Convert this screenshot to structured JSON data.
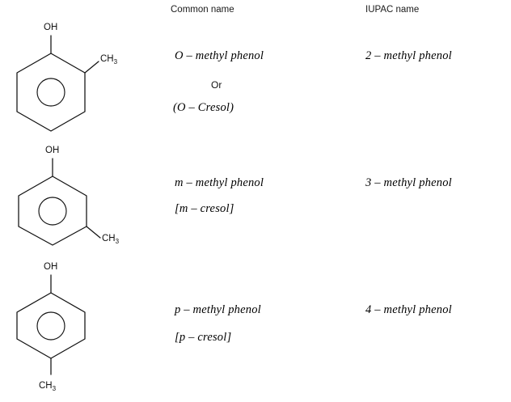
{
  "headers": {
    "common": "Common name",
    "iupac": "IUPAC name"
  },
  "rows": [
    {
      "id": "ortho",
      "common_name": "O – methyl  phenol",
      "common_or": "Or",
      "common_alt": "(O – Cresol)",
      "iupac_name": "2 – methyl  phenol",
      "structure": {
        "ring": "benzene",
        "hydroxyl_label": "OH",
        "hydroxyl_position": "top-vertex",
        "methyl_label": "CH",
        "methyl_subscript": "3",
        "methyl_position": "ortho-upper-right"
      }
    },
    {
      "id": "meta",
      "common_name": "m – methyl  phenol",
      "common_alt": "[m – cresol]",
      "iupac_name": "3 – methyl  phenol",
      "structure": {
        "ring": "benzene",
        "hydroxyl_label": "OH",
        "hydroxyl_position": "top-vertex",
        "methyl_label": "CH",
        "methyl_subscript": "3",
        "methyl_position": "meta-lower-right"
      }
    },
    {
      "id": "para",
      "common_name": "p – methyl  phenol",
      "common_alt": "[p – cresol]",
      "iupac_name": "4 – methyl  phenol",
      "structure": {
        "ring": "benzene",
        "hydroxyl_label": "OH",
        "hydroxyl_position": "top-vertex",
        "methyl_label": "CH",
        "methyl_subscript": "3",
        "methyl_position": "para-bottom-vertex"
      }
    }
  ],
  "colors": {
    "background": "#ffffff",
    "ink": "#111111",
    "header_text": "#1a1a1a"
  }
}
